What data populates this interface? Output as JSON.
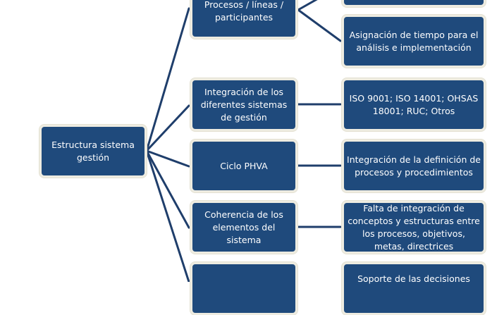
{
  "diagram": {
    "type": "tree",
    "colors": {
      "node_fill": "#1f4a7c",
      "node_border": "#eeece1",
      "connector": "#1f3e6b",
      "text": "#ffffff"
    },
    "root": {
      "label": "Estructura sistema gestión"
    },
    "branches": [
      {
        "label": "Procesos / líneas / participantes",
        "children": [
          {
            "label": ""
          },
          {
            "label": "Asignación de tiempo para el análisis e implementación"
          }
        ]
      },
      {
        "label": "Integración de los diferentes sistemas de gestión",
        "children": [
          {
            "label": "ISO 9001; ISO 14001; OHSAS 18001; RUC; Otros"
          }
        ]
      },
      {
        "label": "Ciclo PHVA",
        "children": [
          {
            "label": "Integración de la definición de procesos y procedimientos"
          }
        ]
      },
      {
        "label": "Coherencia de los elementos del sistema",
        "children": [
          {
            "label": "Falta de integración de conceptos y estructuras entre los procesos, objetivos, metas, directrices"
          }
        ]
      },
      {
        "label": "",
        "children": [
          {
            "label": "Soporte de las decisiones"
          }
        ]
      }
    ]
  }
}
